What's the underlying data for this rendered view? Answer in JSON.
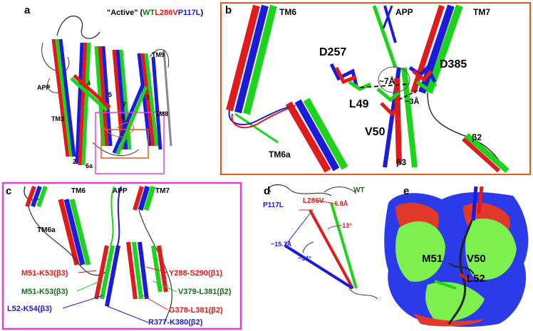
{
  "figure": {
    "colors": {
      "wt": "#1bd41b",
      "l286v": "#e01b1b",
      "p117l": "#1b1bd9",
      "panel_b_frame": "#e35a1f",
      "panel_c_frame": "#e040e0",
      "surface_green": "#7df04f",
      "surface_blue": "#2b3bea",
      "surface_red": "#e23a2a"
    },
    "panel_a": {
      "letter": "a",
      "title_prefix": "\"Active\" (",
      "title_wt": "WT",
      "title_l286v": "L286V",
      "title_p117l": "P117L",
      "title_suffix": ")",
      "labels": {
        "app": "APP",
        "tm3": "TM3",
        "tm8": "TM8",
        "tm9": "TM9",
        "h4": "4",
        "h5": "5",
        "h7": "7",
        "h1": "1",
        "h6": "6",
        "h2": "2",
        "h6a": "6a"
      }
    },
    "panel_b": {
      "letter": "b",
      "labels": {
        "tm6": "TM6",
        "app": "APP",
        "tm7": "TM7",
        "d257": "D257",
        "d385": "D385",
        "dist7": "~7Å",
        "dist3": "~3Å",
        "l49": "L49",
        "v50": "V50",
        "tm6a": "TM6a",
        "b3": "β3",
        "b2": "β2"
      }
    },
    "panel_c": {
      "letter": "c",
      "labels": {
        "tm6": "TM6",
        "app": "APP",
        "tm7": "TM7",
        "tm6a": "TM6a",
        "m51_red": "M51-K53(β3)",
        "m51_green": "M51-K53(β3)",
        "l52_blue": "L52-K54(β3)",
        "y288_red": "Y288-S290(β1)",
        "v379_green": "V379-L381(β2)",
        "g378_red": "G378-L381(β2)",
        "r377_blue": "R377-K380(β2)"
      }
    },
    "panel_d": {
      "letter": "d",
      "labels": {
        "p117l": "P117L",
        "l286v": "L286V",
        "wt": "WT",
        "d68": "~6.8Å",
        "a13": "~13°",
        "d157": "~15.7Å",
        "a34": "~34°"
      }
    },
    "panel_e": {
      "letter": "e",
      "labels": {
        "m51": "M51",
        "v50": "V50",
        "l52": "L52"
      }
    }
  }
}
